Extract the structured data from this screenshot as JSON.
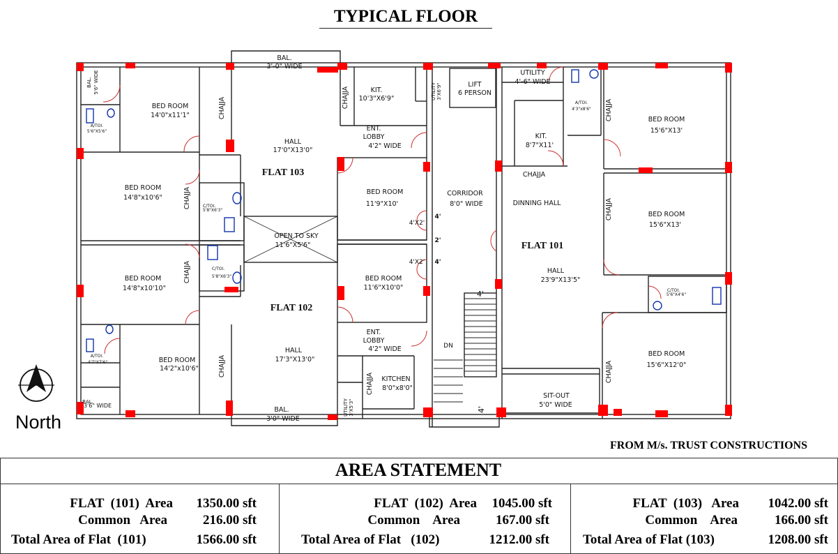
{
  "header": {
    "title": "TYPICAL FLOOR",
    "credit": "FROM  M/s. TRUST CONSTRUCTIONS"
  },
  "compass": {
    "label": "North"
  },
  "plan": {
    "flats": {
      "f103": "FLAT 103",
      "f102": "FLAT 102",
      "f101": "FLAT 101"
    },
    "rooms": {
      "bal_top_left_1": "BAL.",
      "bal_top_left_2": "5'6\" WIDE",
      "bed_tl_1": "BED ROOM",
      "bed_tl_2": "14'0\"x11'1\"",
      "chajja_tl": "CHAJJA",
      "bal_top_mid_1": "BAL.",
      "bal_top_mid_2": "3'-0\" WIDE",
      "hall103_1": "HALL",
      "hall103_2": "17'0\"X13'0\"",
      "chajja_kit103": "CHAJJA",
      "kit103_1": "KIT.",
      "kit103_2": "10'3\"X6'9\"",
      "util103_1": "UTILITY",
      "util103_2": "3'X6'9\"",
      "lift_1": "LIFT",
      "lift_2": "6 PERSON",
      "util101_1": "UTILITY",
      "util101_2": "4'-6\" WIDE",
      "atoi_tr_1": "A/TOI.",
      "atoi_tr_2": "4'3\"x8'6\"",
      "chajja_tr": "CHAJJA",
      "bed_tr_1": "BED ROOM",
      "bed_tr_2": "15'6\"X13'",
      "atoi_tl_1": "A/TOI.",
      "atoi_tl_2": "5'6\"X5'6\"",
      "ent103_1": "ENT.",
      "ent103_2": "LOBBY",
      "ent103_3": "4'2\" WIDE",
      "kit101_1": "KIT.",
      "kit101_2": "8'7\"X11'",
      "chajja_kit101": "CHAJJA",
      "bed_ml_1": "BED ROOM",
      "bed_ml_2": "14'8\"x10'6\"",
      "chajja_ml": "CHAJJA",
      "ctoi103_1": "C/TOI.",
      "ctoi103_2": "5'8\"X6'3\"",
      "bed_mc_1": "BED ROOM",
      "bed_mc_2": "11'9\"X10'",
      "corridor_1": "CORRIDOR",
      "corridor_2": "8'0\" WIDE",
      "dinning": "DINNING HALL",
      "chajja_mr1": "CHAJJA",
      "bed_mr1_1": "BED ROOM",
      "bed_mr1_2": "15'6\"X13'",
      "open_1": "OPEN TO SKY",
      "open_2": "11'6\"X5'6\"",
      "dim_4x2_a": "4'X2'",
      "dim_4a": "4'",
      "dim_2": "2'",
      "dim_4x2_b": "4'X2'",
      "dim_4b": "4'",
      "bed_ll_1": "BED ROOM",
      "bed_ll_2": "14'8\"x10'10\"",
      "chajja_ll": "CHAJJA",
      "ctoi102_1": "C/TOI.",
      "ctoi102_2": "5'8\"X6'3\"",
      "bed_lc_1": "BED ROOM",
      "bed_lc_2": "11'6\"X10'0\"",
      "hall101_1": "HALL",
      "hall101_2": "23'9\"X13'5\"",
      "ctoi101_1": "C/TOI.",
      "ctoi101_2": "5'6\"X4'6\"",
      "dim_stair_w": "4'",
      "ent102_1": "ENT.",
      "ent102_2": "LOBBY",
      "ent102_3": "4'2\" WIDE",
      "hall102_1": "HALL",
      "hall102_2": "17'3\"X13'0\"",
      "bed_bl_1": "BED ROOM",
      "bed_bl_2": "14'2\"x10'6\"",
      "chajja_bl": "CHAJJA",
      "atoi_bl_1": "A/TOI.",
      "atoi_bl_2": "4'7\"X7'6\"",
      "kitchen102_1": "KITCHEN",
      "kitchen102_2": "8'0\"x8'0\"",
      "chajja_kitchen102": "CHAJJA",
      "util102_1": "UTILITY",
      "util102_2": "3'X5'3\"",
      "dn": "DN",
      "dim_4_vert": "4'",
      "sitout_1": "SIT-OUT",
      "sitout_2": "5'0\" WIDE",
      "bed_br_1": "BED ROOM",
      "bed_br_2": "15'6\"X12'0\"",
      "chajja_br": "CHAJJA",
      "chajja_mr2": "CHAJJA",
      "bal_bl_1": "BAL.",
      "bal_bl_2": "3'6\" WIDE",
      "bal_bm_1": "BAL.",
      "bal_bm_2": "3'0\" WIDE"
    }
  },
  "area_statement": {
    "title": "AREA STATEMENT",
    "f101": {
      "r1_label": "FLAT  (101)  Area",
      "r1_value": "1350.00 sft",
      "r2_label": "Common   Area",
      "r2_value": "216.00 sft",
      "r3_label": "Total Area of Flat  (101)",
      "r3_value": "1566.00 sft"
    },
    "f102": {
      "r1_label": "FLAT  (102)  Area",
      "r1_value": "1045.00 sft",
      "r2_label": "Common    Area",
      "r2_value": "167.00 sft",
      "r3_label": "Total Area of Flat   (102)",
      "r3_value": "1212.00 sft"
    },
    "f103": {
      "r1_label": "FLAT  (103)   Area",
      "r1_value": "1042.00 sft",
      "r2_label": "Common    Area",
      "r2_value": "166.00 sft",
      "r3_label": "Total Area of Flat (103)",
      "r3_value": "1208.00 sft"
    }
  },
  "colors": {
    "line": "#222222",
    "column": "#ff0000",
    "door": "#cc3333",
    "fixture": "#1133aa"
  }
}
